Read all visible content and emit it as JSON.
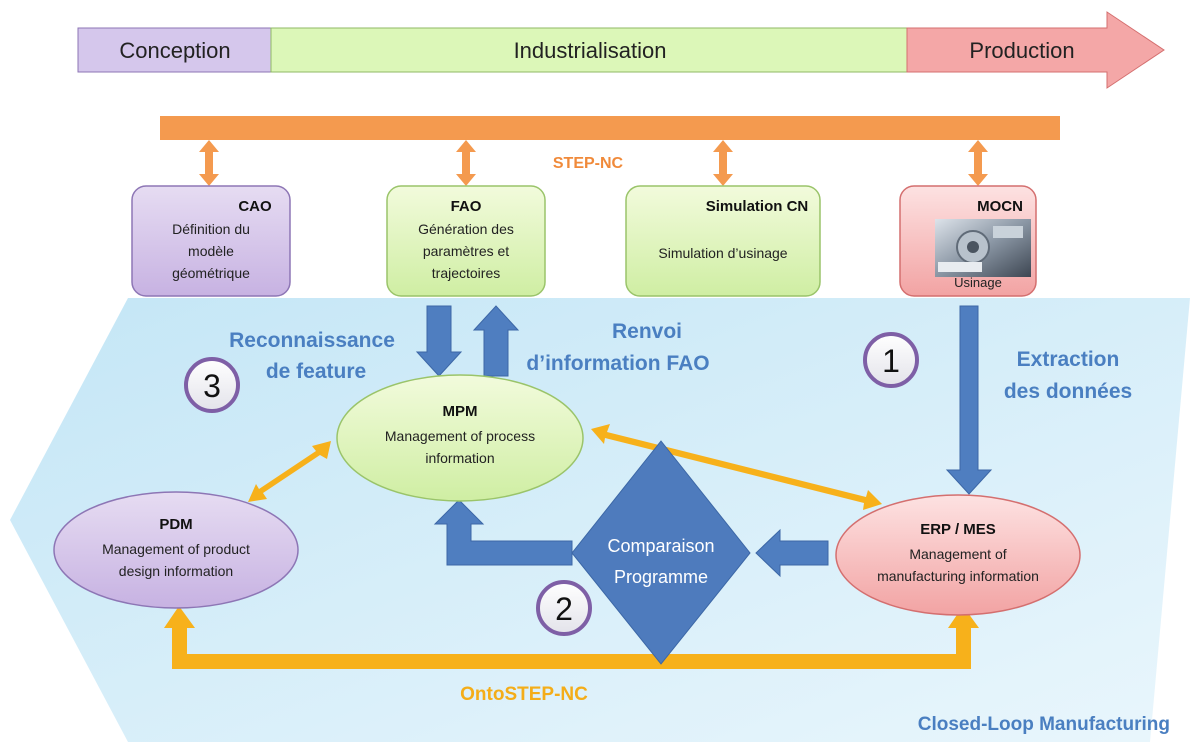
{
  "phases": {
    "conception": "Conception",
    "industrialisation": "Industrialisation",
    "production": "Production"
  },
  "step_nc": "STEP-NC",
  "boxes": {
    "cao": {
      "title": "CAO",
      "lines": [
        "Définition du",
        "modèle",
        "géométrique"
      ]
    },
    "fao": {
      "title": "FAO",
      "lines": [
        "Génération des",
        "paramètres et",
        "trajectoires"
      ]
    },
    "simulation": {
      "title": "Simulation CN",
      "lines": [
        "Simulation d’usinage"
      ]
    },
    "mocn": {
      "title": "MOCN",
      "lines": [
        "Usinage"
      ]
    }
  },
  "flows": {
    "reconnaissance": [
      "Reconnaissance",
      "de feature"
    ],
    "renvoi": [
      "Renvoi",
      "d’information FAO"
    ],
    "extraction": [
      "Extraction",
      "des données"
    ]
  },
  "badges": [
    "1",
    "2",
    "3"
  ],
  "nodes": {
    "mpm": {
      "title": "MPM",
      "lines": [
        "Management of process",
        "information"
      ]
    },
    "pdm": {
      "title": "PDM",
      "lines": [
        "Management of product",
        "design information"
      ]
    },
    "erp": {
      "title": "ERP / MES",
      "lines": [
        "Management of",
        "manufacturing information"
      ]
    }
  },
  "comparison": [
    "Comparaison",
    "Programme"
  ],
  "ontostep": "OntoSTEP-NC",
  "closed_loop": "Closed-Loop Manufacturing",
  "colors": {
    "orange": "#f49a4f",
    "gold": "#f7b11b",
    "steel_blue": "#4f7ec0",
    "label_blue": "#4a7fc1",
    "purple": "#7e5fa6"
  }
}
